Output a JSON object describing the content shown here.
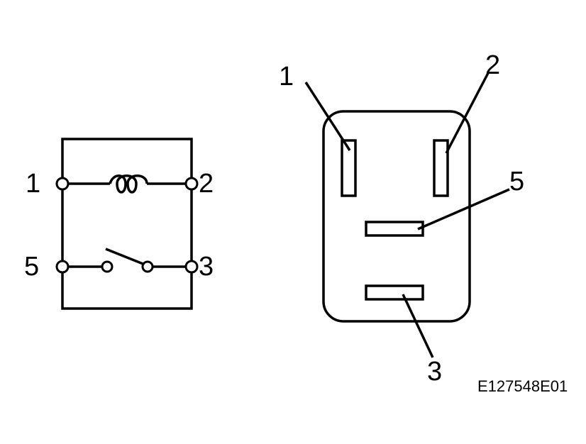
{
  "schematic": {
    "terminals": {
      "t1": "1",
      "t2": "2",
      "t5": "5",
      "t3": "3"
    }
  },
  "connector": {
    "pins": {
      "p1": "1",
      "p2": "2",
      "p5": "5",
      "p3": "3"
    }
  },
  "figure_code": "E127548E01",
  "colors": {
    "ink": "#000000",
    "background": "#ffffff"
  }
}
